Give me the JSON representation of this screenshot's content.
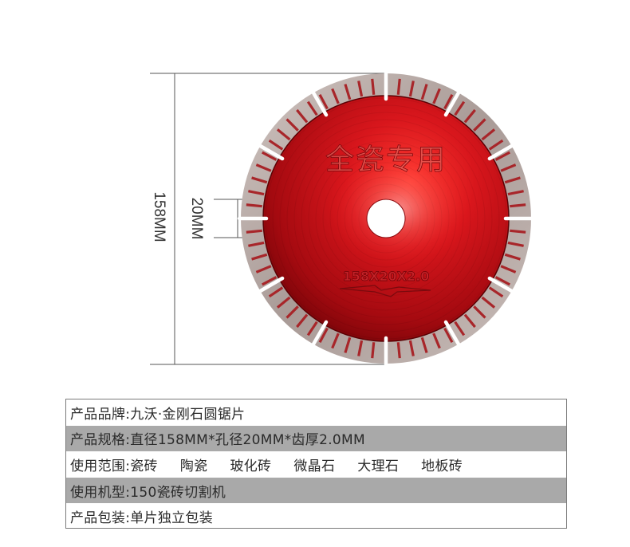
{
  "figure": {
    "dimension_outer": "158MM",
    "dimension_hole": "20MM",
    "blade_text_top": "全瓷专用",
    "blade_text_spec": "158X20X2.0",
    "colors": {
      "blade_red": "#c8141a",
      "blade_red_dark": "#7a0408",
      "rim_grey": "#b9aca8",
      "segment_red": "#a8262a",
      "dimension_line": "#555555"
    }
  },
  "specs": {
    "brand": {
      "label": "产品品牌:",
      "value": "九沃·金刚石圆锯片"
    },
    "size": {
      "label": "产品规格:",
      "value": "直径158MM*孔径20MM*齿厚2.0MM"
    },
    "range": {
      "label": "使用范围:",
      "items": [
        "瓷砖",
        "陶瓷",
        "玻化砖",
        "微晶石",
        "大理石",
        "地板砖"
      ]
    },
    "machine": {
      "label": "使用机型:",
      "value": "150瓷砖切割机"
    },
    "package": {
      "label": "产品包装:",
      "value": "单片独立包装"
    }
  }
}
